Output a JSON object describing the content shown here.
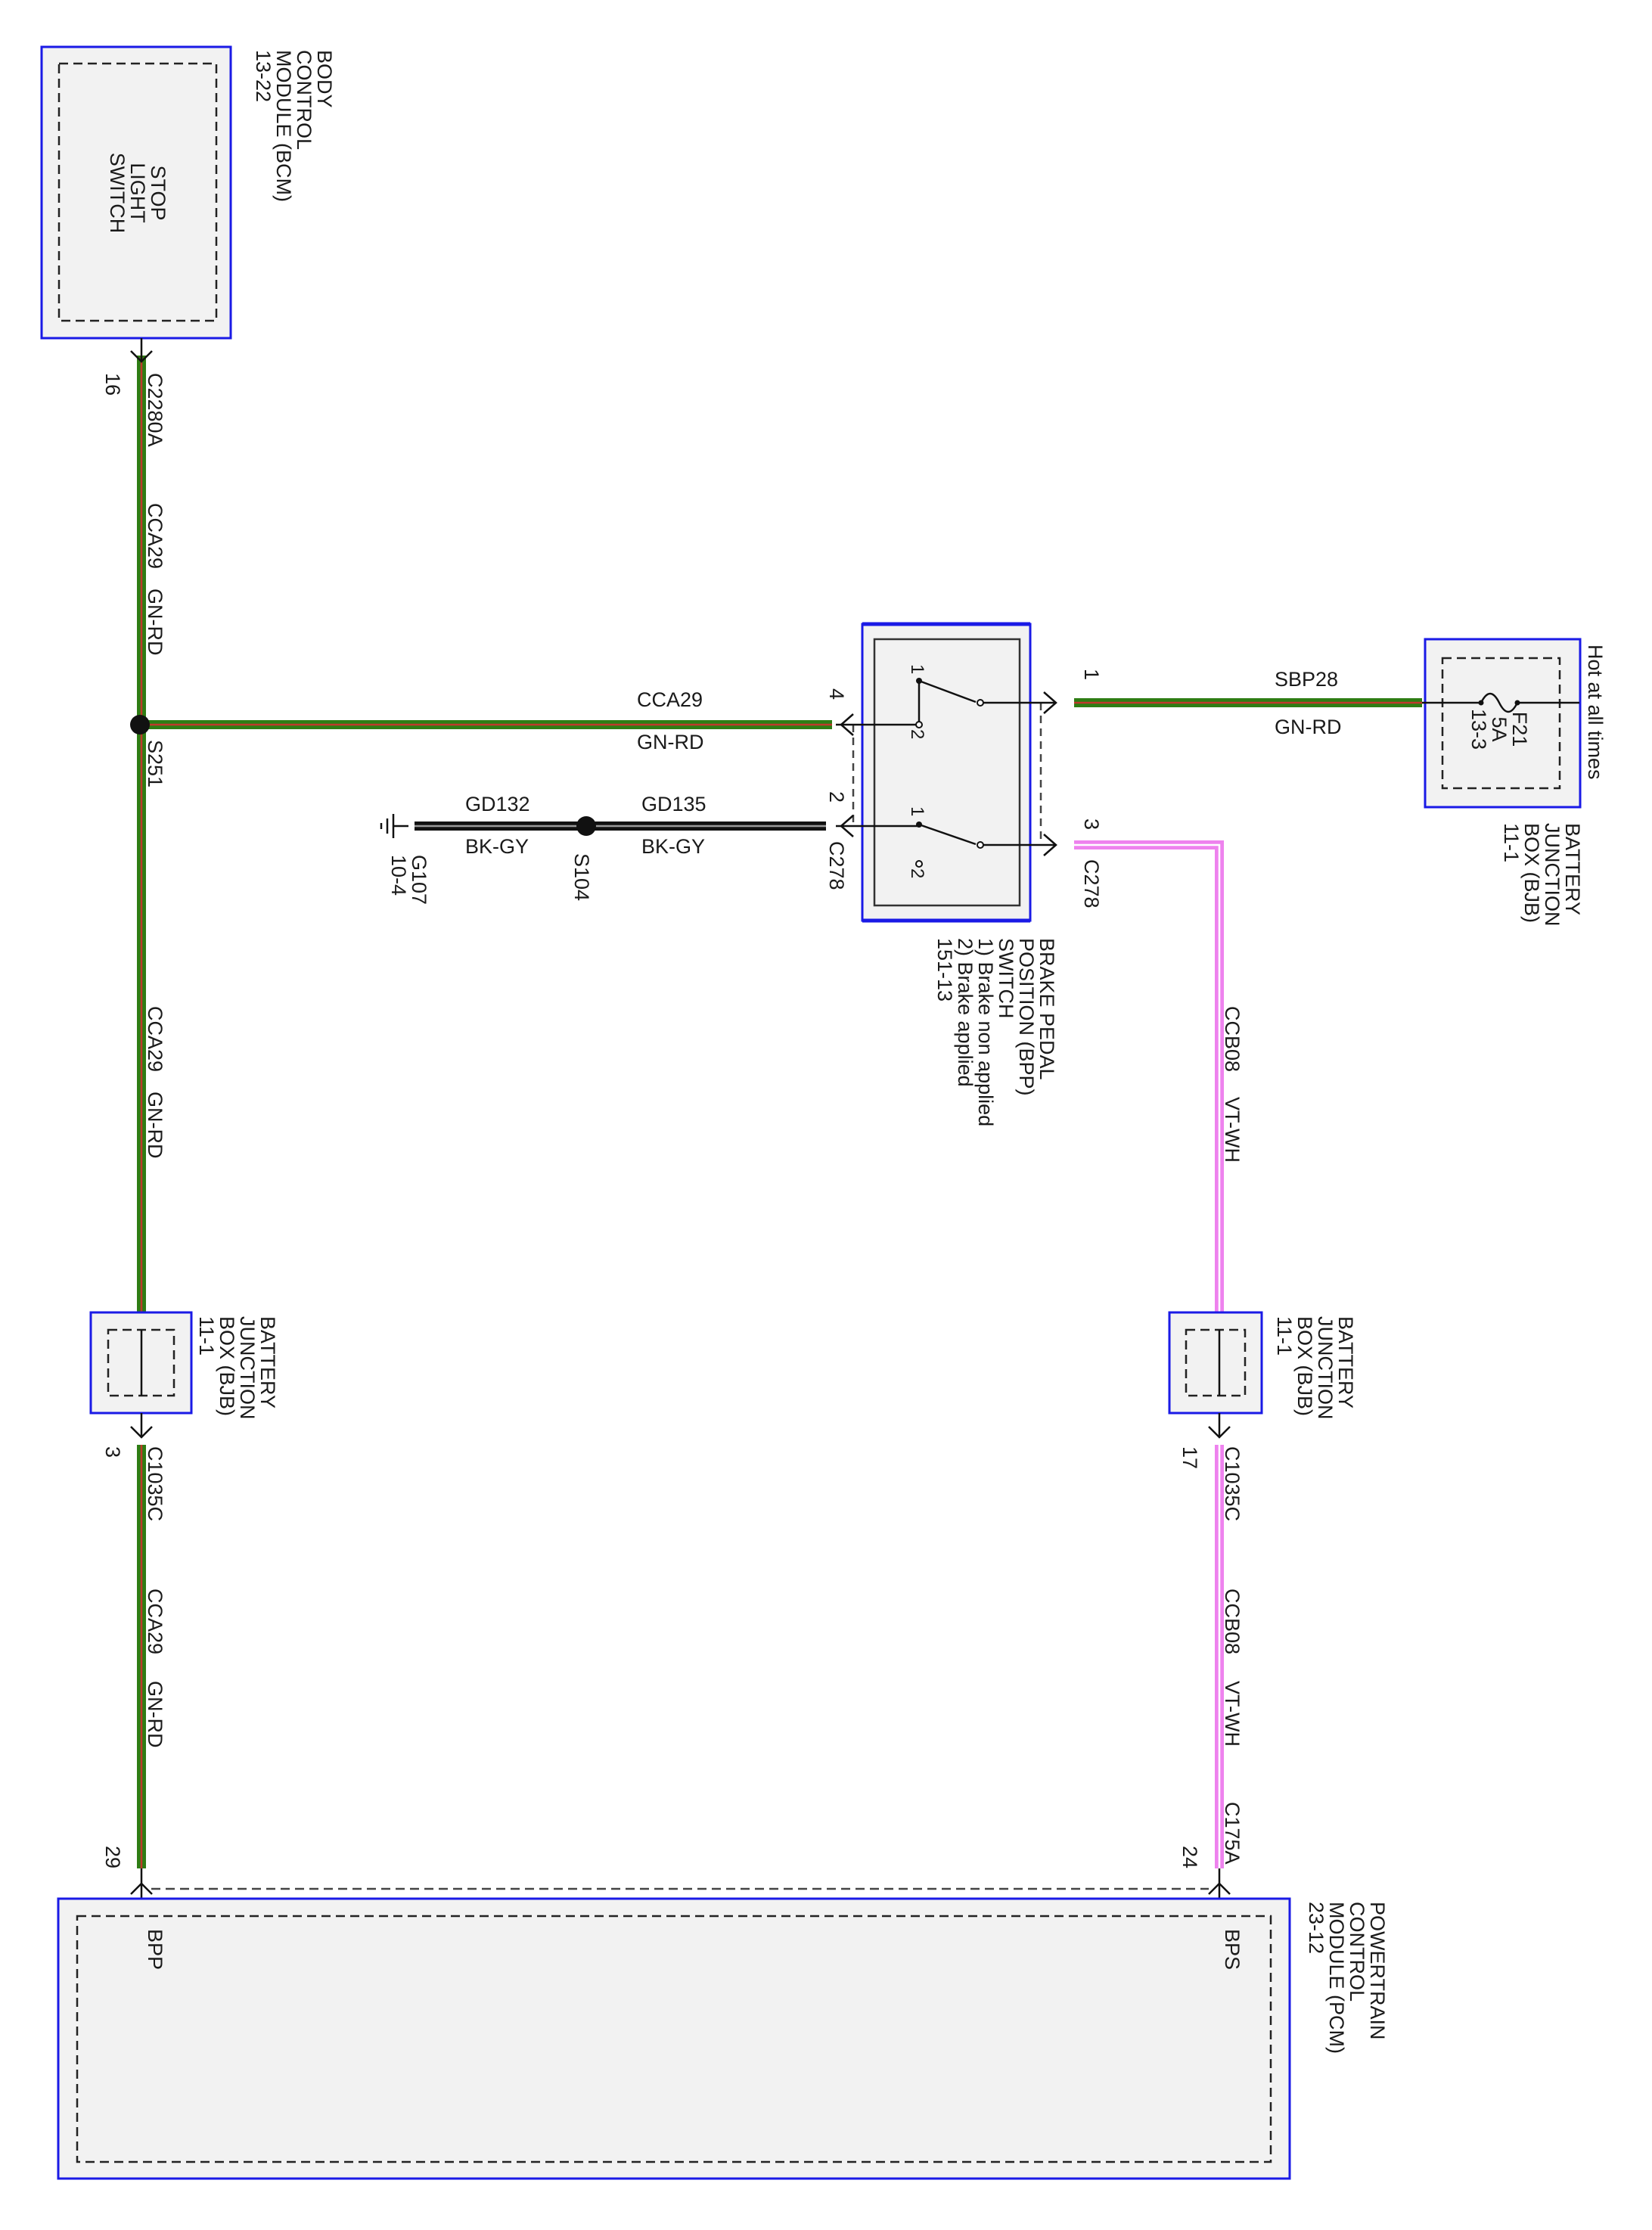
{
  "colors": {
    "wire_gn_rd": "#2e7d14",
    "wire_gn_rd_stripe": "#c0392b",
    "wire_vt_wh": "#ee82ee",
    "wire_bk_gy": "#111111",
    "module_border": "#1a1ae6",
    "module_fill": "#f2f2f2"
  },
  "components": {
    "bcm": {
      "name": [
        "BODY",
        "CONTROL",
        "MODULE (BCM)",
        "13-22"
      ],
      "inner": [
        "STOP",
        "LIGHT",
        "SWITCH"
      ]
    },
    "bjb_top": {
      "name": [
        "BATTERY",
        "JUNCTION",
        "BOX (BJB)",
        "11-1"
      ],
      "fuse": [
        "F21",
        "5A",
        "13-3"
      ],
      "note": "Hot at all times"
    },
    "bpp": {
      "name": [
        "BRAKE PEDAL",
        "POSITION (BPP)",
        "SWITCH",
        "1) Brake non applied",
        "2) Brake applied",
        "151-13"
      ],
      "pos1": "1",
      "pos2": "2"
    },
    "bjb_left": {
      "name": [
        "BATTERY",
        "JUNCTION",
        "BOX (BJB)",
        "11-1"
      ]
    },
    "bjb_right": {
      "name": [
        "BATTERY",
        "JUNCTION",
        "BOX (BJB)",
        "11-1"
      ]
    },
    "pcm": {
      "name": [
        "POWERTRAIN",
        "CONTROL",
        "MODULE (PCM)",
        "23-12"
      ],
      "pin_bpp": "BPP",
      "pin_bps": "BPS"
    }
  },
  "connectors": {
    "c2280a": {
      "name": "C2280A",
      "pin": "16"
    },
    "s251": "S251",
    "c278_a": {
      "name": "C278",
      "pin_4": "4",
      "pin_2": "2"
    },
    "c278_b": {
      "name": "C278",
      "pin_1": "1",
      "pin_3": "3"
    },
    "s104": "S104",
    "g107": [
      "G107",
      "10-4"
    ],
    "c1035c_left": {
      "name": "C1035C",
      "pin": "3"
    },
    "c1035c_right": {
      "name": "C1035C",
      "pin": "17"
    },
    "pcm_left_pin": "29",
    "c175a": {
      "name": "C175A",
      "pin": "24"
    }
  },
  "wires": {
    "cca29_top": {
      "circuit": "CCA29",
      "color": "GN-RD"
    },
    "cca29_horiz": {
      "circuit": "CCA29",
      "color": "GN-RD"
    },
    "cca29_mid": {
      "circuit": "CCA29",
      "color": "GN-RD"
    },
    "cca29_bottom": {
      "circuit": "CCA29",
      "color": "GN-RD"
    },
    "sbp28": {
      "circuit": "SBP28",
      "color": "GN-RD"
    },
    "gd135": {
      "circuit": "GD135",
      "color": "BK-GY"
    },
    "gd132": {
      "circuit": "GD132",
      "color": "BK-GY"
    },
    "ccb08_upper": {
      "circuit": "CCB08",
      "color": "VT-WH"
    },
    "ccb08_lower": {
      "circuit": "CCB08",
      "color": "VT-WH"
    }
  }
}
